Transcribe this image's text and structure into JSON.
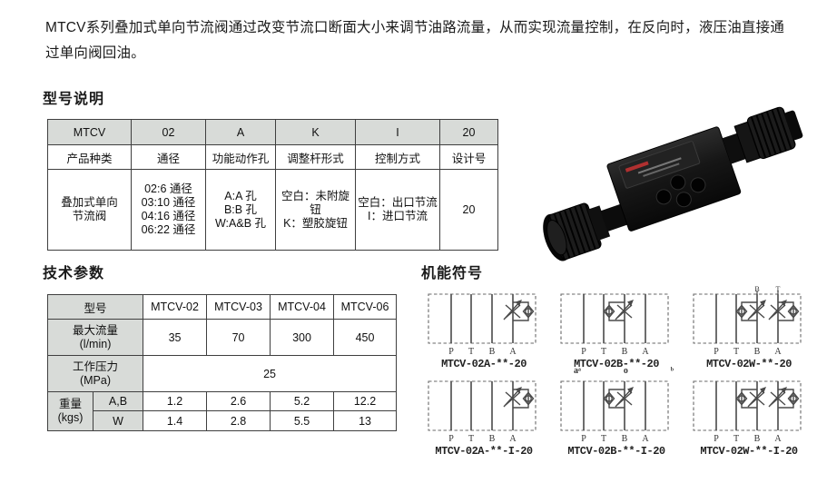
{
  "intro": {
    "text": "MTCV系列叠加式单向节流阀通过改变节流口断面大小来调节油路流量，从而实现流量控制，在反向时，液压油直接通过单向阀回油。"
  },
  "model_section": {
    "title": "型号说明",
    "table": {
      "code_row": [
        "MTCV",
        "02",
        "A",
        "K",
        "I",
        "20"
      ],
      "label_row": [
        "产品种类",
        "通径",
        "功能动作孔",
        "调整杆形式",
        "控制方式",
        "设计号"
      ],
      "detail_row": [
        "叠加式单向\n节流阀",
        "02:6 通径\n03:10 通径\n04:16 通径\n06:22 通径",
        "A:A 孔\nB:B 孔\nW:A&B 孔",
        "空白：未附旋钮\nK：塑胶旋钮",
        "空白：出口节流\nI：进口节流",
        "20"
      ]
    }
  },
  "tech_section": {
    "title": "技术参数",
    "table": {
      "model_header": "型号",
      "models": [
        "MTCV-02",
        "MTCV-03",
        "MTCV-04",
        "MTCV-06"
      ],
      "max_flow_label": "最大流量\n(l/min)",
      "max_flow": [
        "35",
        "70",
        "300",
        "450"
      ],
      "pressure_label": "工作压力\n(MPa)",
      "pressure": "25",
      "weight_label": "重量\n(kgs)",
      "weight_rows": [
        {
          "label": "A,B",
          "values": [
            "1.2",
            "2.6",
            "5.2",
            "12.2"
          ]
        },
        {
          "label": "W",
          "values": [
            "1.4",
            "2.8",
            "5.5",
            "13"
          ]
        }
      ]
    }
  },
  "symbols_section": {
    "title": "机能符号",
    "ports": [
      "P",
      "T",
      "B",
      "A"
    ],
    "top_labels": [
      "B",
      "T"
    ],
    "position_labels": [
      "aᵃ",
      "o",
      "ᵇ"
    ],
    "diagrams": [
      {
        "caption": "MTCV-02A-**-20",
        "type": "A"
      },
      {
        "caption": "MTCV-02B-**-20",
        "type": "B"
      },
      {
        "caption": "MTCV-02W-**-20",
        "type": "W"
      },
      {
        "caption": "MTCV-02A-**-I-20",
        "type": "A"
      },
      {
        "caption": "MTCV-02B-**-I-20",
        "type": "B"
      },
      {
        "caption": "MTCV-02W-**-I-20",
        "type": "W"
      }
    ]
  },
  "colors": {
    "table_header_gray": "#d8dbd8",
    "table_border": "#3f3f3f",
    "symbol_line": "#4a4a4a",
    "label_red": "#b03030"
  }
}
